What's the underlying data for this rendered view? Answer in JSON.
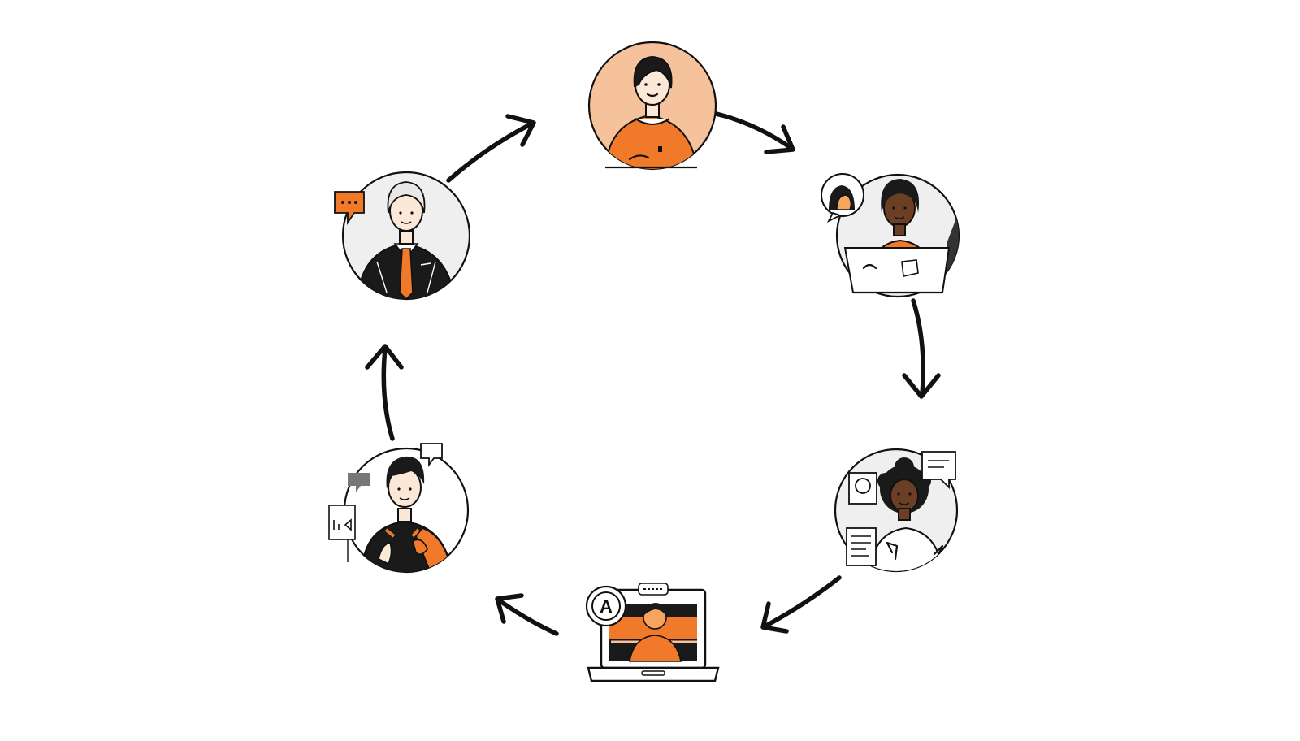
{
  "colors": {
    "accent": "#F07A2A",
    "peach": "#F6C29C",
    "dark": "#1A1A1A",
    "light_bg": "#EFEFEF",
    "skin_light": "#FBE8D6",
    "skin_dark": "#6B3F24",
    "hair_grey": "#E8E8E8"
  },
  "diagram": {
    "type": "cycle",
    "direction": "clockwise",
    "nodes": [
      {
        "id": "top",
        "icon": "woman-orange-top-avatar"
      },
      {
        "id": "upper-right",
        "icon": "woman-at-laptop-avatar"
      },
      {
        "id": "lower-right",
        "icon": "woman-with-documents-avatar"
      },
      {
        "id": "bottom",
        "icon": "laptop-video-call-icon"
      },
      {
        "id": "lower-left",
        "icon": "man-gesturing-avatar"
      },
      {
        "id": "upper-left",
        "icon": "businessman-avatar"
      }
    ],
    "laptop_badge_letter": "A"
  }
}
